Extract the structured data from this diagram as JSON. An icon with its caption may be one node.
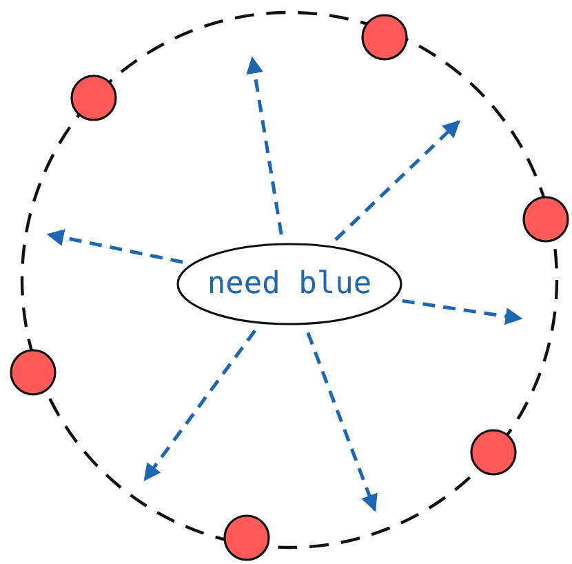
{
  "diagram": {
    "nodes": [
      {
        "text": [],
        "shape": "circle"
      },
      {
        "text": [
          "need blue"
        ],
        "in": 0
      },
      {
        "text": [],
        "shape": "circle",
        "in": 0
      },
      {
        "text": [],
        "shape": "circle",
        "in": 0
      },
      {
        "text": [],
        "shape": "circle",
        "in": 0
      },
      {
        "text": [],
        "shape": "circle",
        "in": 0
      },
      {
        "text": [],
        "shape": "circle",
        "in": 0
      },
      {
        "text": [],
        "shape": "circle",
        "in": 0
      }
    ],
    "edges": [
      {
        "from": 1,
        "to": null,
        "arrow": "to",
        "style": "dashed"
      },
      {
        "from": 1,
        "to": null,
        "arrow": "to",
        "style": "dashed"
      },
      {
        "from": 1,
        "to": null,
        "arrow": "to",
        "style": "dashed"
      },
      {
        "from": 1,
        "to": null,
        "arrow": "to",
        "style": "dashed"
      },
      {
        "from": 1,
        "to": null,
        "arrow": "to",
        "style": "dashed"
      },
      {
        "from": 1,
        "to": null,
        "arrow": "to",
        "style": "dashed"
      }
    ]
  }
}
